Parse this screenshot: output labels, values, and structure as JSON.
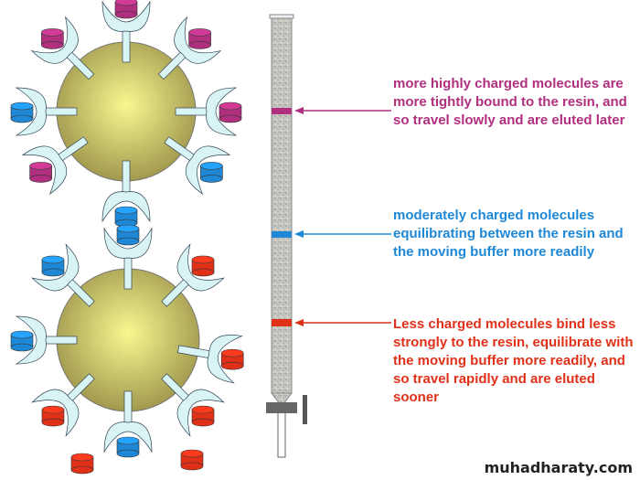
{
  "colors": {
    "high": "#b0307f",
    "moderate": "#1e88d6",
    "low": "#e03018",
    "bead": "#b8b060",
    "receptor": "#d8f4f4"
  },
  "beads": [
    {
      "molecules": [
        "high",
        "high",
        "high",
        "moderate",
        "moderate",
        "high",
        "moderate",
        "high"
      ]
    },
    {
      "molecules": [
        "moderate",
        "moderate",
        "low",
        "low",
        "low",
        "moderate",
        "low",
        "moderate"
      ],
      "free": [
        "low",
        "low"
      ]
    }
  ],
  "annotations": [
    {
      "key": "high",
      "text": "more highly charged molecules are more tightly bound to the resin, and so travel slowly and are eluted later"
    },
    {
      "key": "moderate",
      "text": "moderately charged molecules equilibrating between the resin and the moving buffer more readily"
    },
    {
      "key": "low",
      "text": "Less charged molecules bind less strongly to the resin, equilibrate with the moving buffer more readily, and so travel rapidly and are eluted sooner"
    }
  ],
  "watermark": "muhadharaty.com"
}
